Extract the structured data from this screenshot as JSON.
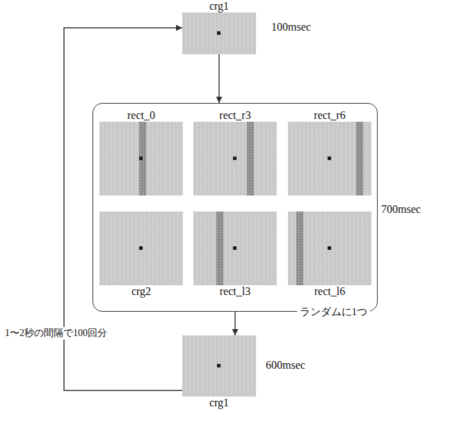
{
  "diagram": {
    "nodes": [
      {
        "text": [
          "crg1"
        ]
      },
      {
        "text": [
          "ランダムに1つ"
        ]
      },
      {
        "text": [
          "rect_0"
        ],
        "in": 1
      },
      {
        "text": [
          "rect_r3"
        ],
        "in": 1
      },
      {
        "text": [
          "rect_r6"
        ],
        "in": 1
      },
      {
        "text": [
          "crg2"
        ],
        "in": 1
      },
      {
        "text": [
          "rect_l3"
        ],
        "in": 1
      },
      {
        "text": [
          "rect_l6"
        ],
        "in": 1
      },
      {
        "text": [
          "crg1"
        ]
      }
    ],
    "edges": [
      {
        "from": 0,
        "to": 1,
        "arrow": "to"
      },
      {
        "from": 1,
        "to": 8,
        "arrow": "to"
      },
      {
        "from": 8,
        "to": 0,
        "arrow": "to"
      }
    ],
    "labels": [
      "100msec",
      "700msec",
      "600msec",
      "1〜2秒の間隔で100回分"
    ]
  }
}
